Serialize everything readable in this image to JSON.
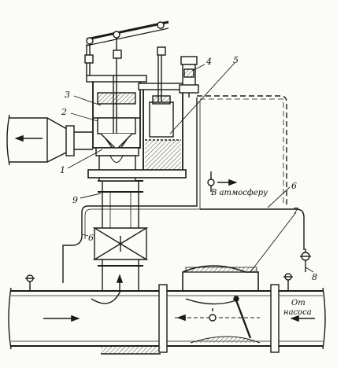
{
  "labels": {
    "l1": "1",
    "l2": "2",
    "l3": "3",
    "l4": "4",
    "l5": "5",
    "l6a": "6",
    "l6b": "6",
    "l7": "7",
    "l8": "8",
    "l9": "9"
  },
  "captions": {
    "atmosphere": "В атмосферу",
    "from_pump_1": "От",
    "from_pump_2": "насоса"
  },
  "colors": {
    "ink": "#1a1a1a",
    "paper": "#fbfbf8",
    "hatch": "#555555"
  }
}
